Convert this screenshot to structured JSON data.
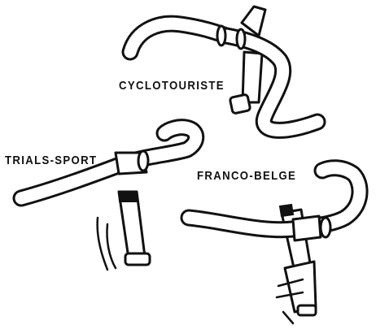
{
  "labels": {
    "cyclotouriste": "CYCLOTOURISTE",
    "trials_sport": "TRIALS-SPORT",
    "franco_belge": "FRANCO-BELGE"
  },
  "colors": {
    "ink": "#111111",
    "paper": "#ffffff"
  }
}
